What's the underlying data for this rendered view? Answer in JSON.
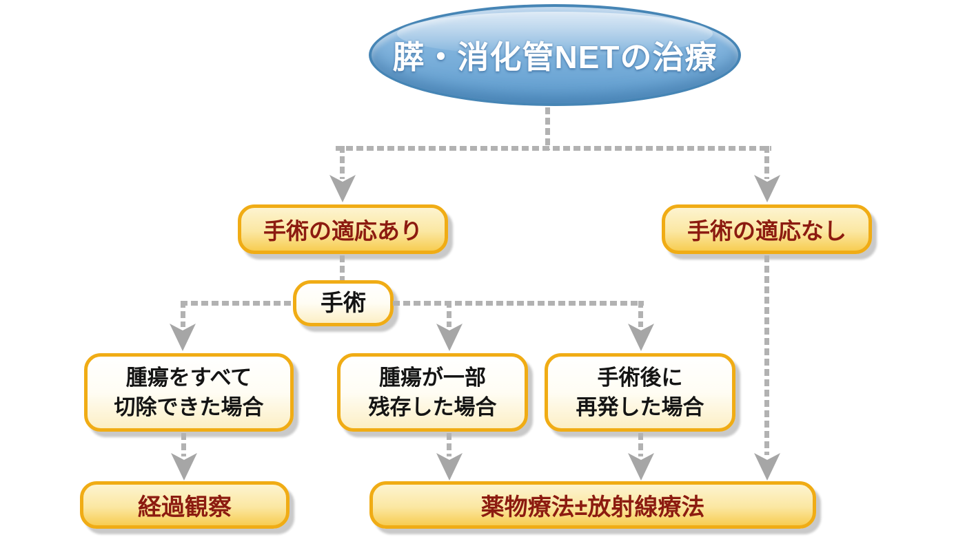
{
  "diagram": {
    "title": "膵・消化管NETの治療",
    "nodes": {
      "root": {
        "label": "膵・消化管NETの治療"
      },
      "surgery_indicated": {
        "label": "手術の適応あり"
      },
      "surgery_not_indicated": {
        "label": "手術の適応なし"
      },
      "surgery": {
        "label": "手術"
      },
      "fully_resected": {
        "line1": "腫瘍をすべて",
        "line2": "切除できた場合"
      },
      "partially_remaining": {
        "line1": "腫瘍が一部",
        "line2": "残存した場合"
      },
      "recurrence": {
        "line1": "手術後に",
        "line2": "再発した場合"
      },
      "observation": {
        "label": "経過観察"
      },
      "drug_radiation": {
        "label": "薬物療法±放射線療法"
      }
    },
    "colors": {
      "ellipse_fill": "#7FB2DC",
      "ellipse_border": "#4685B5",
      "box_border": "#F0AC15",
      "box_fill_top": "#FDF4D0",
      "box_fill_bottom": "#F7CD52",
      "condition_fill": "#FFFFFF",
      "text_dark_red": "#8C1B10",
      "text_black": "#141414",
      "text_white": "#FFFFFF",
      "connector_gray": "#B0B0B0",
      "background": "#FFFFFF"
    }
  }
}
